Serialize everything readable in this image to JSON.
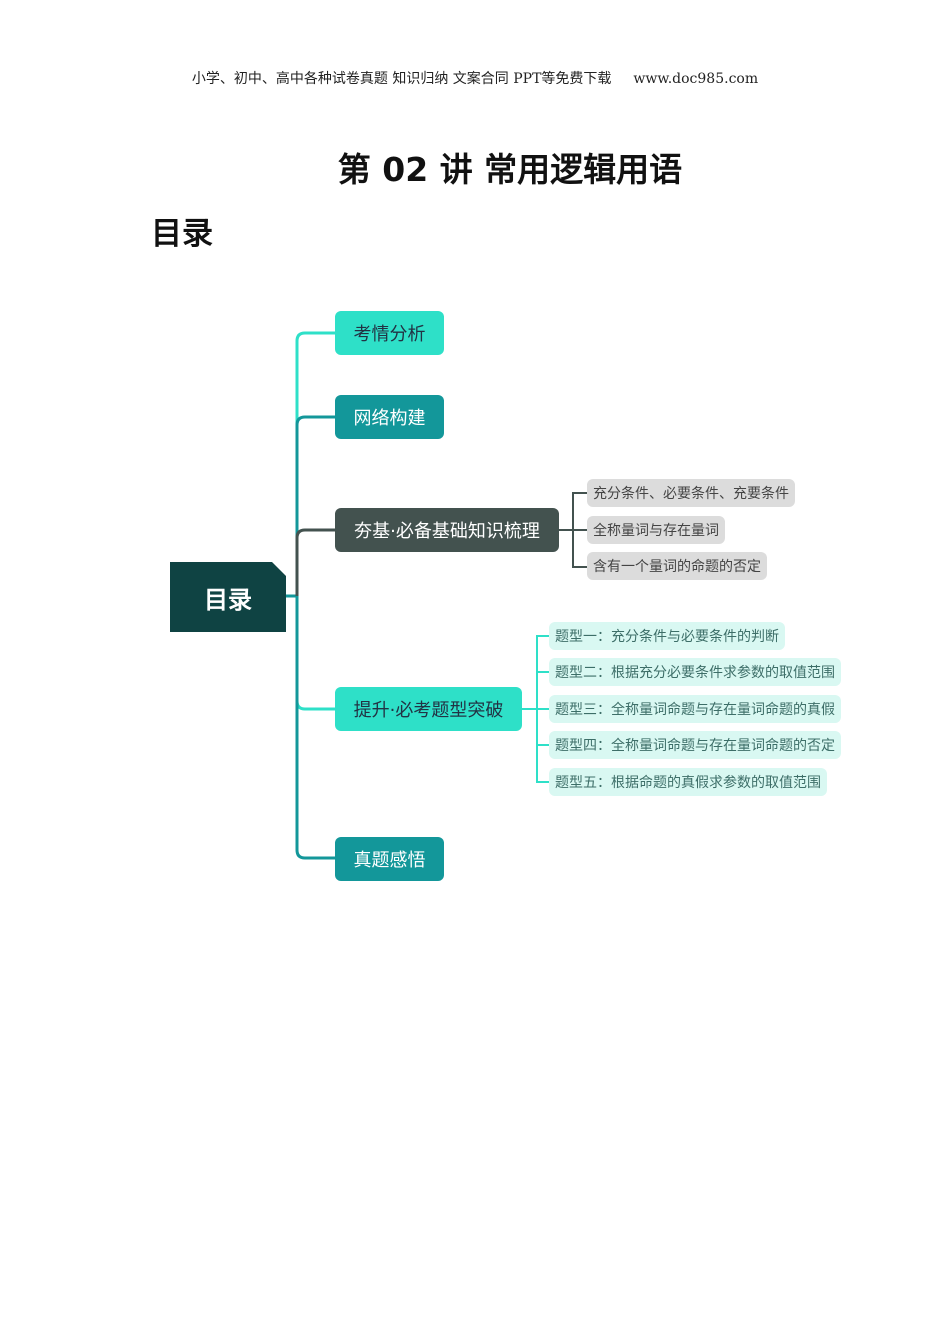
{
  "header": {
    "text": "小学、初中、高中各种试卷真题 知识归纳 文案合同 PPT等免费下载",
    "url": "www.doc985.com"
  },
  "title": "第 02 讲  常用逻辑用语",
  "toc_heading": "目录",
  "mindmap": {
    "root": "目录",
    "branches": [
      {
        "label": "考情分析",
        "color": "#2ee0c8"
      },
      {
        "label": "网络构建",
        "color": "#13979a"
      },
      {
        "label": "夯基·必备基础知识梳理",
        "color": "#43524f",
        "children": [
          "充分条件、必要条件、充要条件",
          "全称量词与存在量词",
          "含有一个量词的命题的否定"
        ]
      },
      {
        "label": "提升·必考题型突破",
        "color": "#2ee0c8",
        "children": [
          "题型一：充分条件与必要条件的判断",
          "题型二：根据充分必要条件求参数的取值范围",
          "题型三：全称量词命题与存在量词命题的真假",
          "题型四：全称量词命题与存在量词命题的否定",
          "题型五：根据命题的真假求参数的取值范围"
        ]
      },
      {
        "label": "真题感悟",
        "color": "#13979a"
      }
    ]
  }
}
